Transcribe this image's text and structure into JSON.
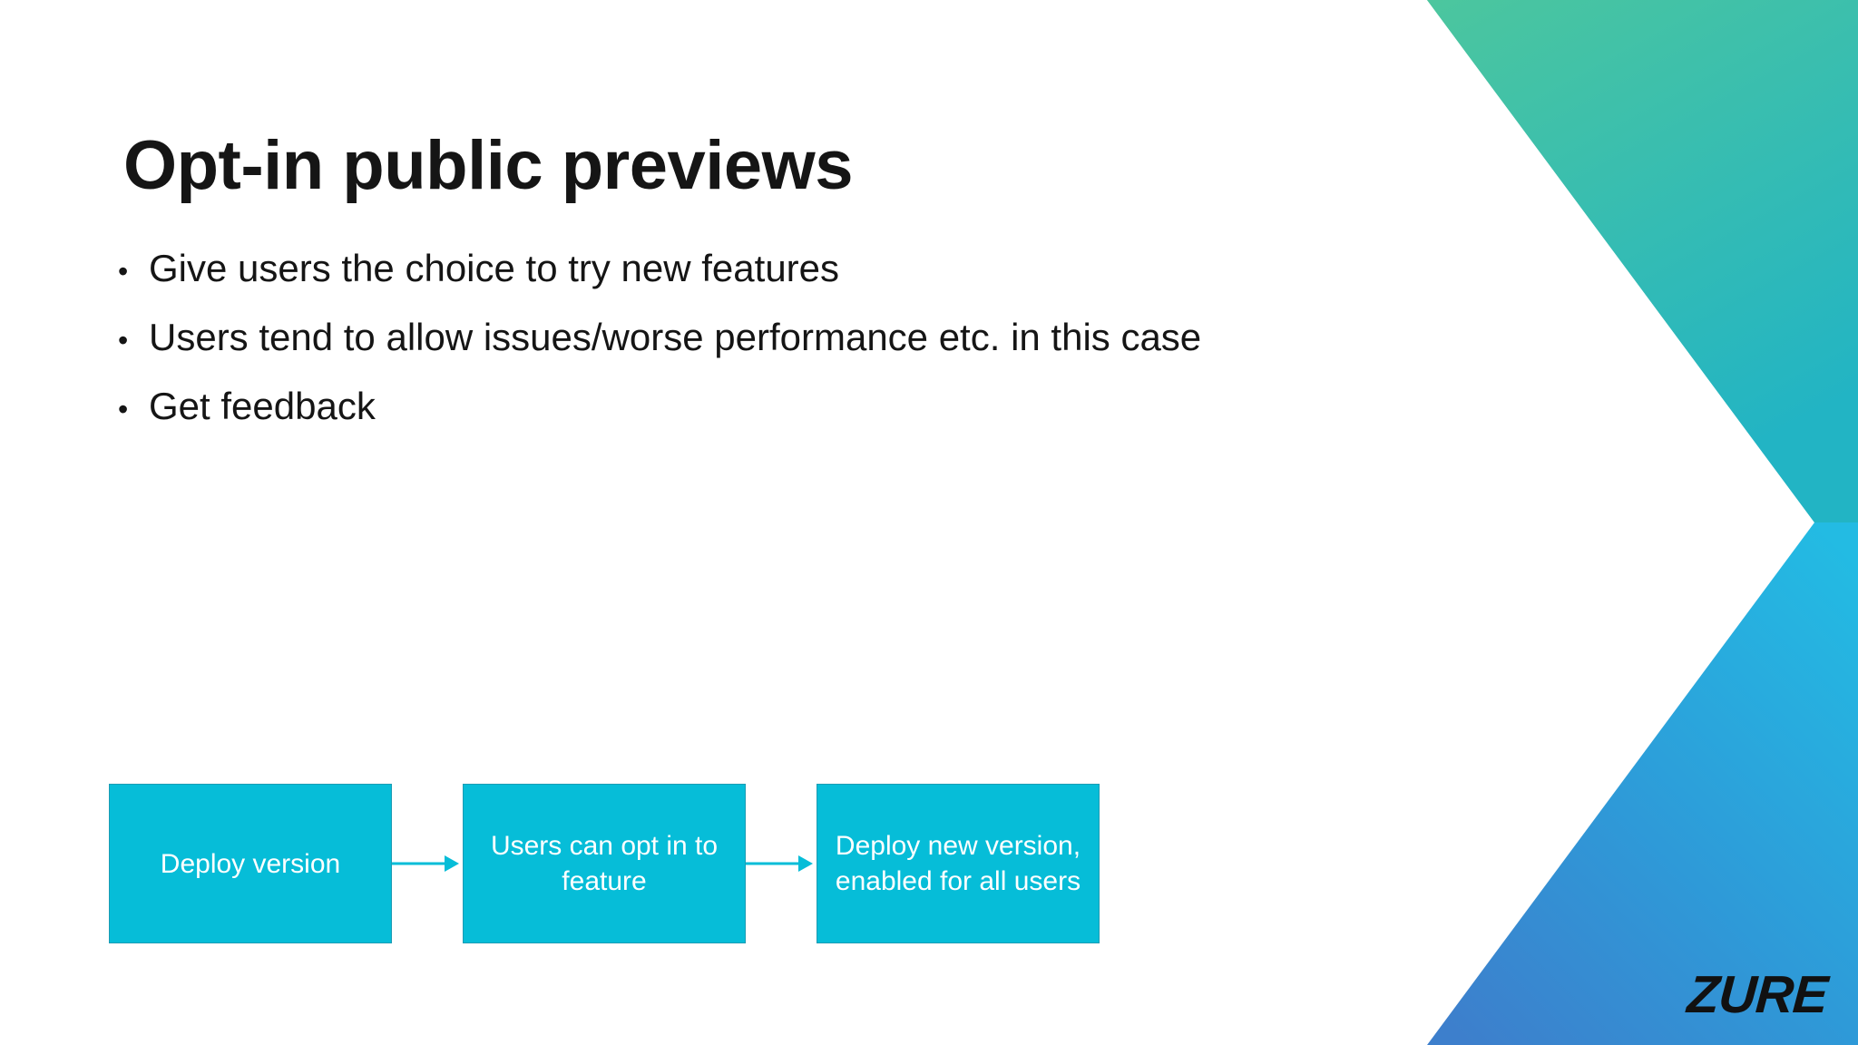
{
  "slide": {
    "title": "Opt-in public previews",
    "background_color": "#ffffff",
    "text_color": "#151515"
  },
  "bullets": [
    {
      "marker": "•",
      "text": "Give users the choice to try new features"
    },
    {
      "marker": "•",
      "text": "Users tend to allow issues/worse performance etc. in this case"
    },
    {
      "marker": "•",
      "text": "Get feedback"
    }
  ],
  "flow": {
    "box_fill": "#06bdd8",
    "box_border": "#1c9cb4",
    "box_text_color": "#ffffff",
    "arrow_color": "#06bdd8",
    "steps": [
      {
        "label": "Deploy version"
      },
      {
        "label": "Users can opt in to feature"
      },
      {
        "label": "Deploy new version, enabled for all users"
      }
    ],
    "arrows": [
      {
        "name": "arrow-1-to-2"
      },
      {
        "name": "arrow-2-to-3"
      }
    ]
  },
  "branding": {
    "logo_text": "ZURE",
    "logo_color": "#111111",
    "chevron_top_color_start": "#4cc69e",
    "chevron_top_color_end": "#24b4c0",
    "chevron_bottom_color_start": "#24bae2",
    "chevron_bottom_color_end": "#3a82cf"
  }
}
